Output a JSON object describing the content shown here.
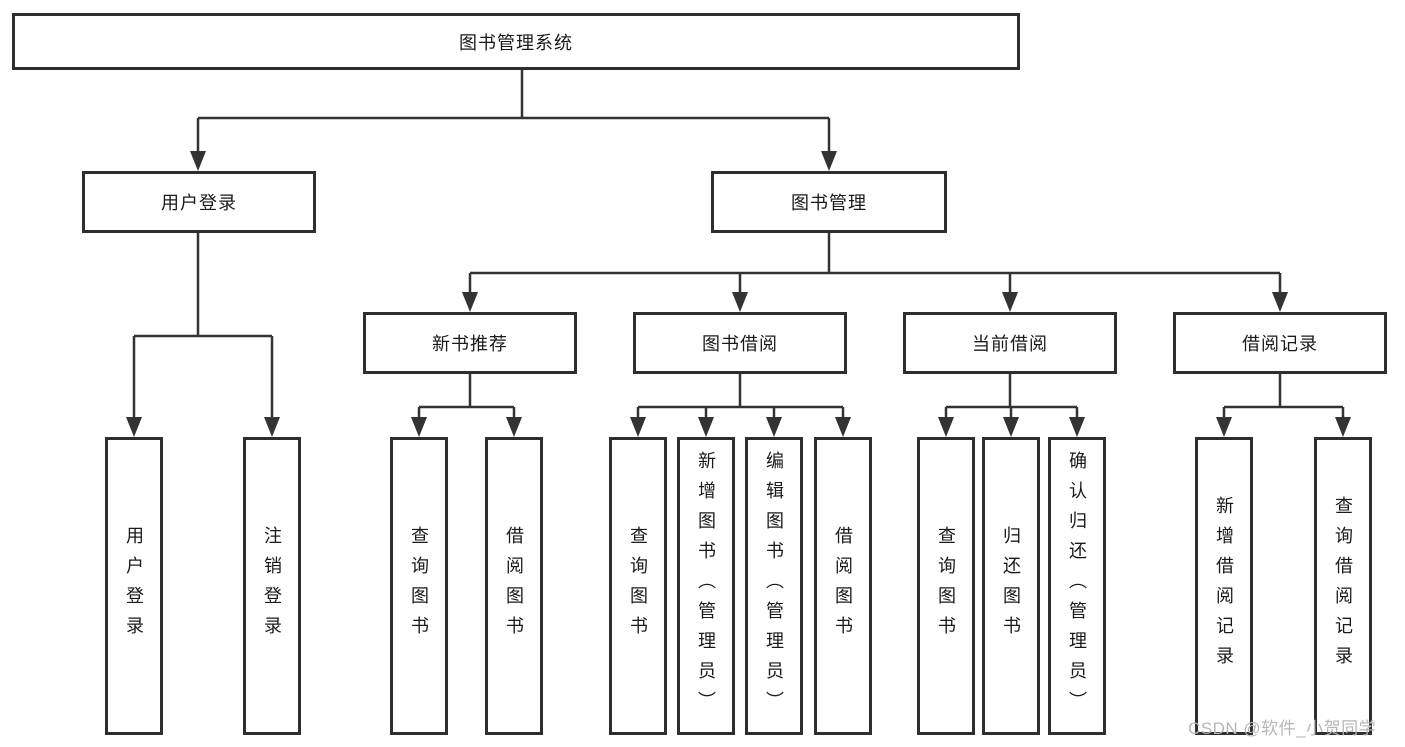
{
  "tree": {
    "root": {
      "label": "图书管理系统"
    },
    "branches": [
      {
        "label": "用户登录",
        "children": [
          {
            "label": "用户登录"
          },
          {
            "label": "注销登录"
          }
        ]
      },
      {
        "label": "图书管理",
        "children": [
          {
            "label": "新书推荐",
            "children": [
              {
                "label": "查询图书"
              },
              {
                "label": "借阅图书"
              }
            ]
          },
          {
            "label": "图书借阅",
            "children": [
              {
                "label": "查询图书"
              },
              {
                "label": "新增图书（管理员）"
              },
              {
                "label": "编辑图书（管理员）"
              },
              {
                "label": "借阅图书"
              }
            ]
          },
          {
            "label": "当前借阅",
            "children": [
              {
                "label": "查询图书"
              },
              {
                "label": "归还图书"
              },
              {
                "label": "确认归还（管理员）"
              }
            ]
          },
          {
            "label": "借阅记录",
            "children": [
              {
                "label": "新增借阅记录"
              },
              {
                "label": "查询借阅记录"
              }
            ]
          }
        ]
      }
    ]
  },
  "watermark": {
    "text": "CSDN @软件_小贺同学",
    "color": "#b6b6b6"
  },
  "colors": {
    "line": "#333333",
    "box_border": "#2e2e2e",
    "text": "#1a1a1a",
    "background": "#ffffff"
  }
}
